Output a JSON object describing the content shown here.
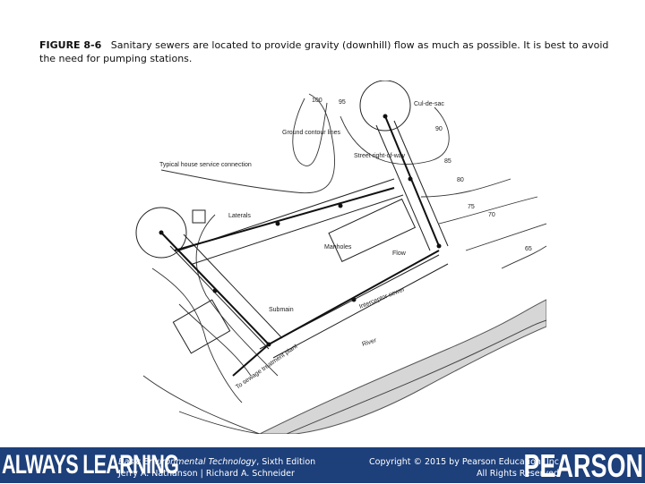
{
  "caption": {
    "label": "FIGURE 8-6",
    "text": "Sanitary sewers are located to provide gravity (downhill) flow as much as possible. It is best to avoid the need for pumping stations."
  },
  "figure": {
    "labels": {
      "contour_100": "100",
      "contour_95": "95",
      "ground_contour": "Ground contour lines",
      "cul_de_sac": "Cul-de-sac",
      "contour_90": "90",
      "street": "Street right-of-way",
      "contour_85": "85",
      "contour_80": "80",
      "contour_75": "75",
      "contour_70": "70",
      "contour_65": "65",
      "typical_house": "Typical house service connection",
      "laterals": "Laterals",
      "manholes": "Manholes",
      "flow": "Flow",
      "interceptor": "Interceptor sewer",
      "submain": "Submain",
      "river": "River",
      "to_treatment": "To sewage treatment plant"
    }
  },
  "footer": {
    "brand_left": "ALWAYS LEARNING",
    "book_title": "Basic Environmental Technology",
    "book_edition": ", Sixth Edition",
    "authors": "Jerry A. Nathanson | Richard A. Schneider",
    "copyright": "Copyright © 2015 by Pearson Education, Inc",
    "rights": "All Rights Reserved",
    "brand_right": "PEARSON"
  }
}
